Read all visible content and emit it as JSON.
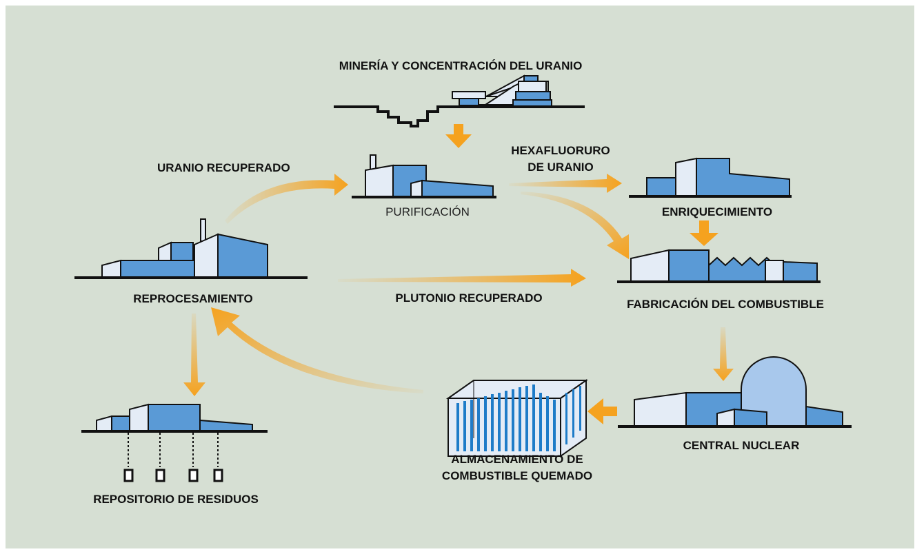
{
  "colors": {
    "background": "#d6dfd3",
    "building_blue": "#5a9ad6",
    "building_light": "#e4ecf6",
    "dome": "#a8c8ec",
    "arrow": "#f5a21f",
    "outline": "#111111",
    "rod_blue": "#1e7cc8"
  },
  "stages": {
    "mining": "MINERÍA Y CONCENTRACIÓN DEL URANIO",
    "purification": "PURIFICACIÓN",
    "enrichment": "ENRIQUECIMIENTO",
    "fuel_fabrication": "FABRICACIÓN DEL COMBUSTIBLE",
    "nuclear_plant": "CENTRAL NUCLEAR",
    "spent_fuel_line1": "ALMACENAMIENTO DE",
    "spent_fuel_line2": "COMBUSTIBLE QUEMADO",
    "reprocessing": "REPROCESAMIENTO",
    "waste_repository": "REPOSITORIO DE RESIDUOS"
  },
  "flows": {
    "recovered_uranium": "URANIO RECUPERADO",
    "hexafluoride_line1": "HEXAFLUORURO",
    "hexafluoride_line2": "DE URANIO",
    "recovered_plutonium": "PLUTONIO RECUPERADO"
  }
}
